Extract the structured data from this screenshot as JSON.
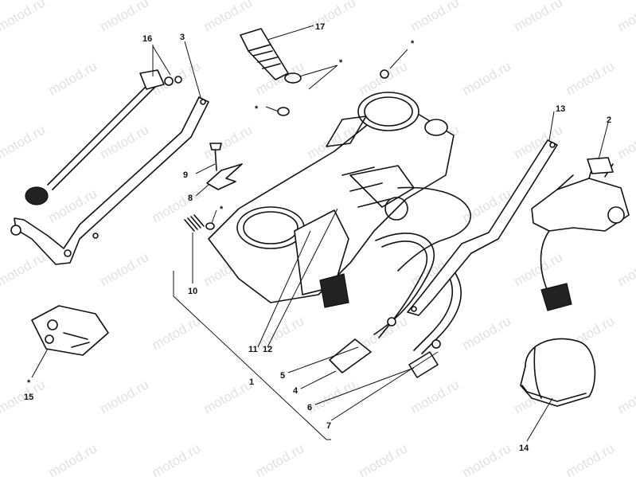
{
  "watermark": "motod.ru",
  "asterisk": "*",
  "callouts": {
    "c1": "1",
    "c2": "2",
    "c3": "3",
    "c4": "4",
    "c5": "5",
    "c6": "6",
    "c7": "7",
    "c8": "8",
    "c9": "9",
    "c10": "10",
    "c11": "11",
    "c12": "12",
    "c13": "13",
    "c14": "14",
    "c15": "15",
    "c16": "16",
    "c17": "17"
  }
}
